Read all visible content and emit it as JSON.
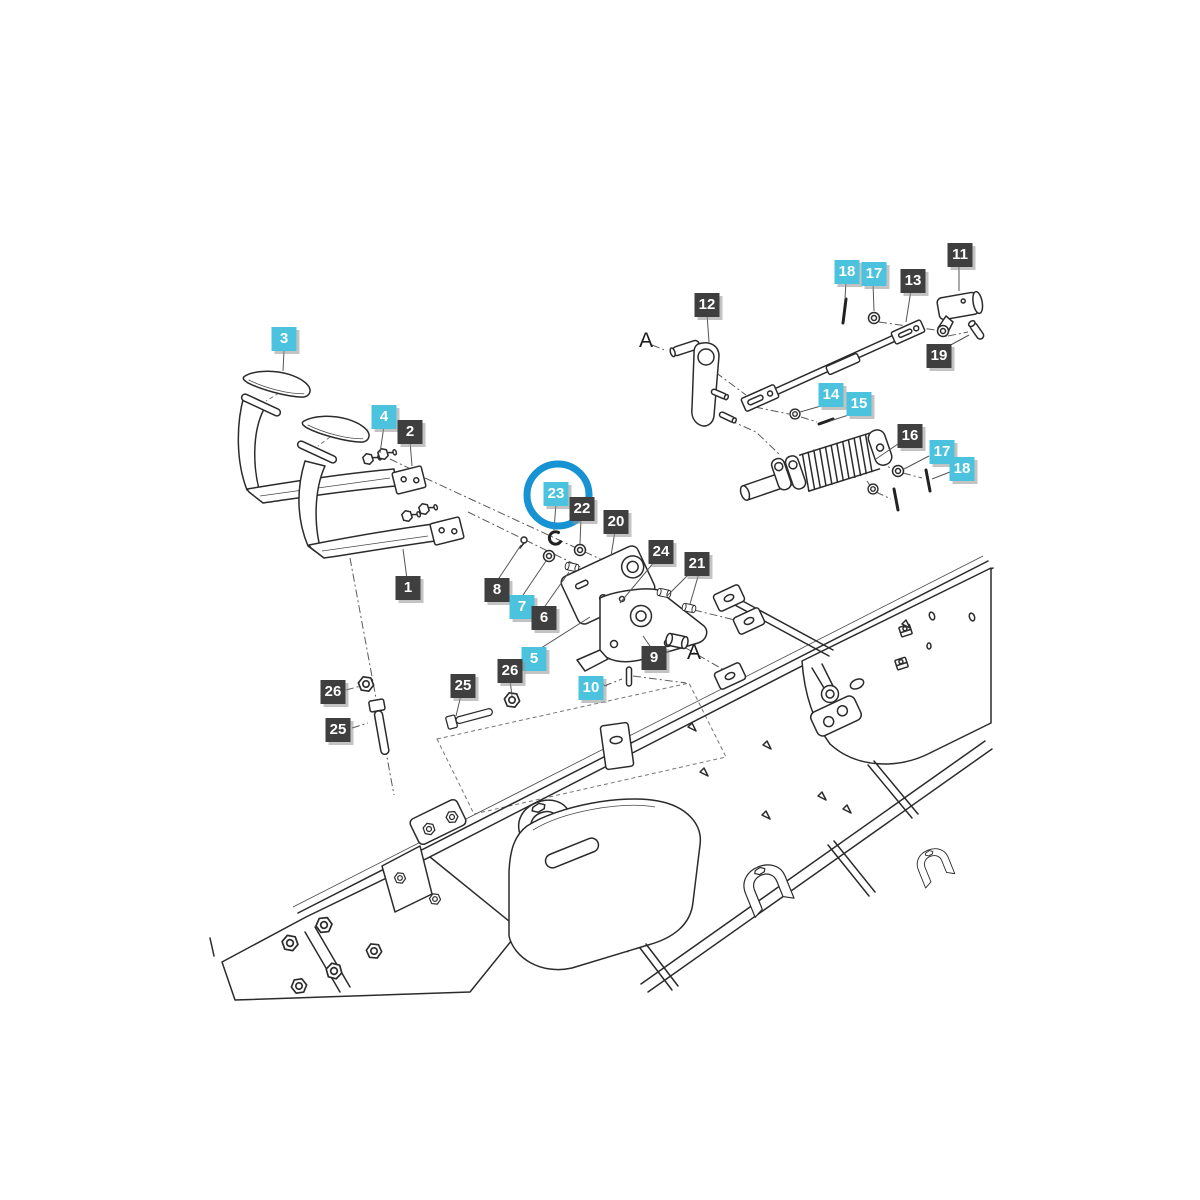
{
  "diagram": {
    "highlight": {
      "part_number": "23",
      "circle_color": "#1792d2"
    },
    "colors": {
      "label_dark_bg": "#3f3f3f",
      "label_cyan_bg": "#4cc3de",
      "label_text": "#ffffff",
      "line_art": "#2b2b2b",
      "background": "#ffffff"
    },
    "ref_letters": [
      "A",
      "A"
    ],
    "labels": [
      {
        "part": "3",
        "style": "cyan"
      },
      {
        "part": "4",
        "style": "cyan"
      },
      {
        "part": "2",
        "style": "dark"
      },
      {
        "part": "1",
        "style": "dark"
      },
      {
        "part": "8",
        "style": "dark"
      },
      {
        "part": "7",
        "style": "cyan"
      },
      {
        "part": "6",
        "style": "dark"
      },
      {
        "part": "5",
        "style": "cyan"
      },
      {
        "part": "26",
        "style": "dark"
      },
      {
        "part": "25",
        "style": "dark"
      },
      {
        "part": "25",
        "style": "dark"
      },
      {
        "part": "26",
        "style": "dark"
      },
      {
        "part": "10",
        "style": "cyan"
      },
      {
        "part": "23",
        "style": "cyan"
      },
      {
        "part": "22",
        "style": "dark"
      },
      {
        "part": "20",
        "style": "dark"
      },
      {
        "part": "24",
        "style": "dark"
      },
      {
        "part": "21",
        "style": "dark"
      },
      {
        "part": "9",
        "style": "dark"
      },
      {
        "part": "12",
        "style": "dark"
      },
      {
        "part": "18",
        "style": "cyan"
      },
      {
        "part": "17",
        "style": "cyan"
      },
      {
        "part": "13",
        "style": "dark"
      },
      {
        "part": "11",
        "style": "dark"
      },
      {
        "part": "19",
        "style": "dark"
      },
      {
        "part": "14",
        "style": "cyan"
      },
      {
        "part": "15",
        "style": "cyan"
      },
      {
        "part": "16",
        "style": "dark"
      },
      {
        "part": "17",
        "style": "cyan"
      },
      {
        "part": "18",
        "style": "cyan"
      }
    ]
  }
}
